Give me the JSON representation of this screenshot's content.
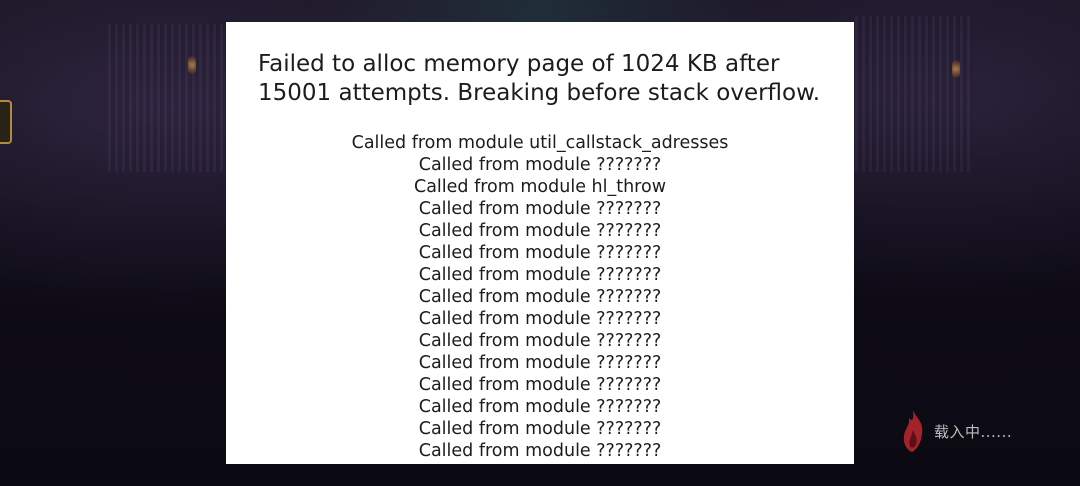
{
  "dialog": {
    "title": "Failed to alloc memory page of 1024 KB after 15001 attempts. Breaking before stack overflow.",
    "callstack": [
      "Called from module util_callstack_adresses",
      "Called from module ???????",
      "Called from module hl_throw",
      "Called from module ???????",
      "Called from module ???????",
      "Called from module ???????",
      "Called from module ???????",
      "Called from module ???????",
      "Called from module ???????",
      "Called from module ???????",
      "Called from module ???????",
      "Called from module ???????",
      "Called from module ???????",
      "Called from module ???????",
      "Called from module ???????"
    ]
  },
  "loading": {
    "text": "载入中......",
    "icon": "flame-icon",
    "icon_color": "#a3232a"
  },
  "colors": {
    "dialog_bg": "#ffffff",
    "text": "#1c1c1c",
    "background": "#0d0b16"
  }
}
